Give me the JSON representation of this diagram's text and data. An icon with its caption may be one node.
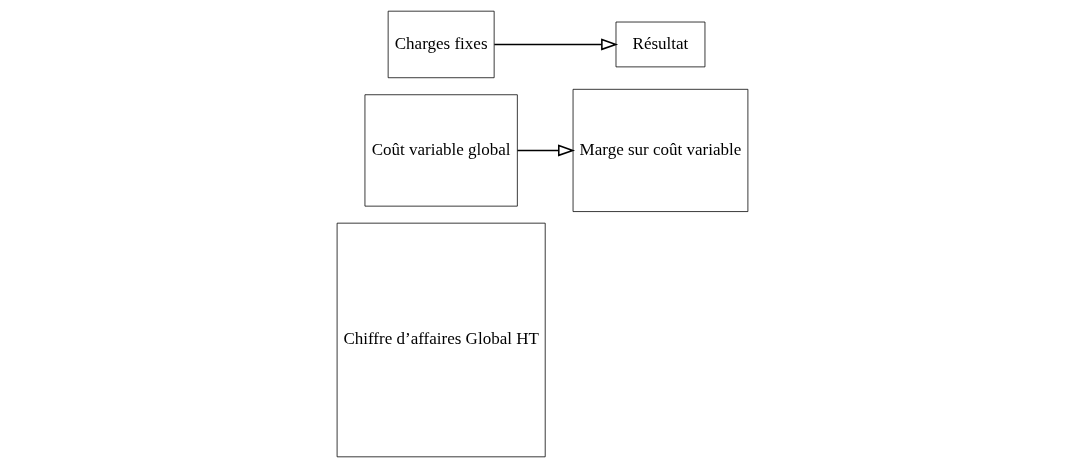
{
  "diagram": {
    "nodes": [
      {
        "text": [
          "Chiffre d’affaires Global HT"
        ]
      },
      {
        "text": [
          "Coût variable global"
        ]
      },
      {
        "text": [
          "Marge sur coût variable"
        ]
      },
      {
        "text": [
          "Charges fixes"
        ]
      },
      {
        "text": [
          "Résultat"
        ]
      }
    ],
    "edges": [
      {
        "from": 1,
        "to": 2,
        "arrow": "to"
      },
      {
        "from": 3,
        "to": 4,
        "arrow": "to"
      }
    ]
  }
}
